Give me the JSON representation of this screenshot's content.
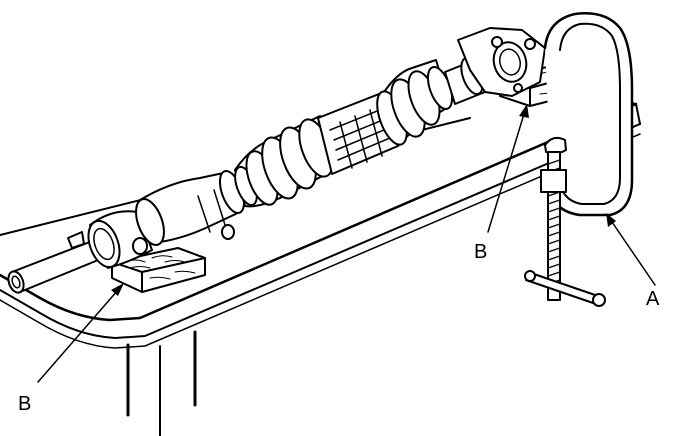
{
  "figure": {
    "callouts": [
      {
        "letter": "B"
      },
      {
        "letter": "B"
      },
      {
        "letter": "A"
      }
    ]
  }
}
